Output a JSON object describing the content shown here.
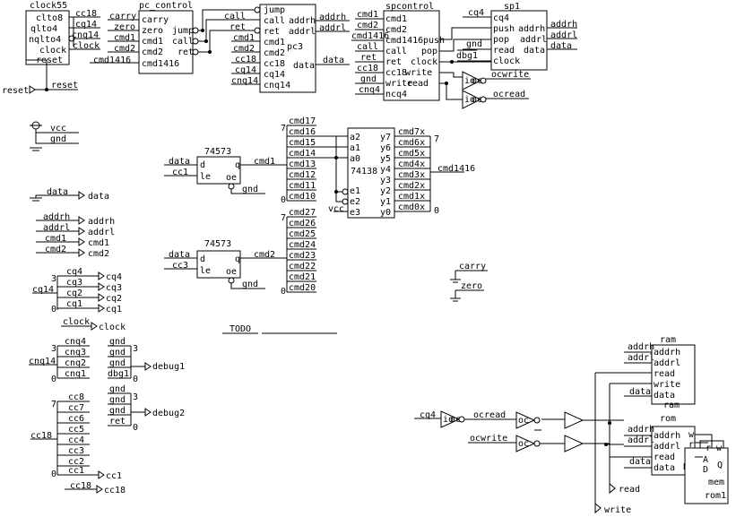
{
  "clock55": {
    "name": "clock55",
    "pins": [
      "clto8",
      "qlto4",
      "nqlto4",
      "clock",
      "reset"
    ],
    "out_labels": [
      "cc18",
      "cq14",
      "cnq14",
      "clock"
    ],
    "reset_in": "reset",
    "reset_net": "reset"
  },
  "pc_control": {
    "name": "pc_control",
    "in_labels": [
      "carry",
      "zero",
      "cmd1",
      "cmd2",
      "cmd1416"
    ],
    "pins_left": [
      "carry",
      "zero",
      "cmd1",
      "cmd2",
      "cmd1416"
    ],
    "pins_right": [
      "jump",
      "call",
      "ret"
    ]
  },
  "pc3": {
    "name": "pc3",
    "in_labels": [
      "call",
      "ret",
      "cmd1",
      "cmd2",
      "cc18",
      "cq14",
      "cnq14"
    ],
    "pins_left": [
      "jump",
      "call",
      "ret",
      "cmd1",
      "cmd2",
      "cc18",
      "cq14",
      "cnq14"
    ],
    "pins_right": [
      "addrh",
      "addrl",
      "data"
    ],
    "out_labels": [
      "addrh",
      "addrl",
      "data"
    ]
  },
  "spcontrol": {
    "name": "spcontrol",
    "in_labels": [
      "cmd1",
      "cmd2",
      "cmd1416",
      "call",
      "ret",
      "cc18",
      "gnd",
      "cnq4"
    ],
    "pins_left": [
      "cmd1",
      "cmd2",
      "cmd1416",
      "call",
      "ret",
      "cc18",
      "write",
      "ncq4"
    ],
    "pins_right": [
      "push",
      "pop",
      "clock",
      "write",
      "read"
    ]
  },
  "sp1": {
    "name": "sp1",
    "in_labels": [
      "cq4",
      "gnd",
      "dbg1"
    ],
    "pins_left": [
      "cq4",
      "push",
      "pop",
      "read",
      "clock"
    ],
    "pins_right": [
      "addrh",
      "addrl",
      "data"
    ],
    "out_labels": [
      "addrh",
      "addrl",
      "data"
    ]
  },
  "io_gates": {
    "in": [
      "io",
      "io"
    ],
    "out": [
      "ocwrite",
      "ocread"
    ]
  },
  "power": {
    "vcc": "vcc",
    "gnd": "gnd"
  },
  "data_buf": {
    "in": "data",
    "out": "data"
  },
  "bus_alias": {
    "in": [
      "addrh",
      "addrl",
      "cmd1",
      "cmd2"
    ],
    "out": [
      "addrh",
      "addrl",
      "cmd1",
      "cmd2"
    ]
  },
  "cq_split": {
    "bus": "cq14",
    "hi": "3",
    "lo": "0",
    "in": [
      "cq4",
      "cq3",
      "cq2",
      "cq1"
    ],
    "out": [
      "cq4",
      "cq3",
      "cq2",
      "cq1"
    ]
  },
  "clock_alias": {
    "in": "clock",
    "out": "clock"
  },
  "cnq_split": {
    "bus": "cnq14",
    "hi": "3",
    "lo": "0",
    "nets": [
      "cnq4",
      "cnq3",
      "cnq2",
      "cnq1"
    ],
    "dbg_in": [
      "gnd",
      "gnd",
      "gnd",
      "dbg1"
    ],
    "dbg_hi": "3",
    "dbg_lo": "0",
    "dbg_out": "debug1"
  },
  "cc_split": {
    "bus": "cc18",
    "hi": "7",
    "lo": "0",
    "nets": [
      "cc8",
      "cc7",
      "cc6",
      "cc5",
      "cc4",
      "cc3",
      "cc2",
      "cc1"
    ],
    "dbg_in": [
      "gnd",
      "gnd",
      "gnd",
      "ret"
    ],
    "dbg_hi": "3",
    "dbg_lo": "0",
    "dbg_out": "debug2",
    "cc1_out": "cc1",
    "cc18_in": "cc18",
    "cc18_out": "cc18"
  },
  "latch1": {
    "name": "74573",
    "pins": [
      "d",
      "le",
      "q",
      "oe"
    ],
    "in": [
      "data",
      "cc1"
    ],
    "out": "cmd1",
    "gnd": "gnd"
  },
  "latch2": {
    "name": "74573",
    "pins": [
      "d",
      "le",
      "q",
      "oe"
    ],
    "in": [
      "data",
      "cc3"
    ],
    "out": "cmd2",
    "gnd": "gnd"
  },
  "cmd1_bus": {
    "hi": "7",
    "lo": "0",
    "nets": [
      "cmd17",
      "cmd16",
      "cmd15",
      "cmd14",
      "cmd13",
      "cmd12",
      "cmd11",
      "cmd10"
    ]
  },
  "cmd2_bus": {
    "hi": "7",
    "lo": "0",
    "nets": [
      "cmd27",
      "cmd26",
      "cmd25",
      "cmd24",
      "cmd23",
      "cmd22",
      "cmd21",
      "cmd20"
    ]
  },
  "dec74138": {
    "name": "74138",
    "pins_left": [
      "a2",
      "a1",
      "a0",
      "e1",
      "e2",
      "e3"
    ],
    "pins_right": [
      "y7",
      "y6",
      "y5",
      "y4",
      "y3",
      "y2",
      "y1",
      "y0"
    ],
    "vcc": "vcc",
    "out_nets": [
      "cmd7x",
      "cmd6x",
      "cmd5x",
      "cmd4x",
      "cmd3x",
      "cmd2x",
      "cmd1x",
      "cmd0x"
    ],
    "hi": "7",
    "lo": "0",
    "out_bus": "cmd1416"
  },
  "flags": {
    "carry": "carry",
    "zero": "zero"
  },
  "todo": "TODO",
  "ram": {
    "name": "ram",
    "name2": "ram",
    "pins": [
      "addrh",
      "addrl",
      "read",
      "write",
      "data"
    ],
    "in": [
      "addrh",
      "addrl",
      "data"
    ]
  },
  "rom": {
    "name": "rom",
    "pins": [
      "addrh",
      "addrl",
      "read",
      "data"
    ],
    "in": [
      "addrh",
      "addrl",
      "data"
    ],
    "pins_right": [
      "w",
      "r",
      "A",
      "D"
    ],
    "inner": [
      "r w",
      "A",
      "D",
      "Q",
      "mem",
      "rom1",
      "Q"
    ]
  },
  "bottom_io": {
    "cq4": "cq4",
    "io": "io",
    "ocread": "ocread",
    "ocwrite": "ocwrite",
    "oc": "oc",
    "read": "read",
    "write": "write"
  }
}
